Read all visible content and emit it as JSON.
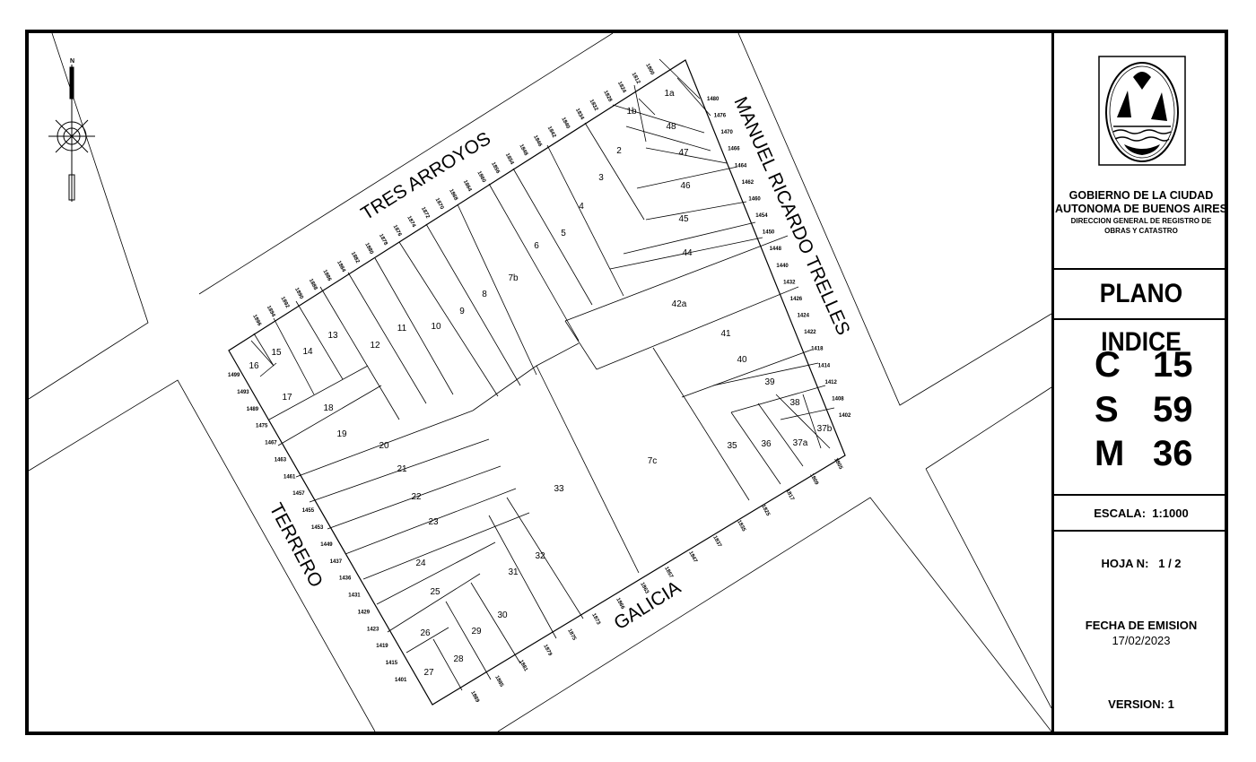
{
  "streets": {
    "north": "TRES ARROYOS",
    "east": "MANUEL RICARDO TRELLES",
    "south": "GALICIA",
    "west": "TERRERO"
  },
  "compass": {
    "north_label": "N",
    "icon": "compass-rose-icon"
  },
  "parcels": [
    "1a",
    "1b",
    "2",
    "3",
    "4",
    "5",
    "6",
    "7b",
    "7c",
    "8",
    "9",
    "10",
    "11",
    "12",
    "13",
    "14",
    "15",
    "16",
    "17",
    "18",
    "19",
    "20",
    "21",
    "22",
    "23",
    "24",
    "25",
    "26",
    "27",
    "28",
    "29",
    "30",
    "31",
    "32",
    "33",
    "35",
    "36",
    "37a",
    "37b",
    "38",
    "39",
    "40",
    "41",
    "42a",
    "44",
    "45",
    "46",
    "47",
    "48"
  ],
  "door_numbers": {
    "north": [
      "1800",
      "1812",
      "1824",
      "1828",
      "1832",
      "1834",
      "1840",
      "1842",
      "1846",
      "1848",
      "1854",
      "1856",
      "1860",
      "1864",
      "1868",
      "1870",
      "1872",
      "1874",
      "1876",
      "1878",
      "1880",
      "1882",
      "1884",
      "1886",
      "1888",
      "1890",
      "1892",
      "1894",
      "1896"
    ],
    "east": [
      "1480",
      "1476",
      "1470",
      "1466",
      "1464",
      "1462",
      "1460",
      "1454",
      "1450",
      "1448",
      "1440",
      "1432",
      "1426",
      "1424",
      "1422",
      "1418",
      "1414",
      "1412",
      "1408",
      "1402"
    ],
    "south": [
      "1805",
      "1809",
      "1817",
      "1825",
      "1835",
      "1837",
      "1847",
      "1857",
      "1863",
      "1866",
      "1873",
      "1875",
      "1879",
      "1881",
      "1885",
      "1889"
    ],
    "west": [
      "1499",
      "1493",
      "1489",
      "1475",
      "1467",
      "1463",
      "1461",
      "1457",
      "1455",
      "1453",
      "1449",
      "1437",
      "1436",
      "1431",
      "1429",
      "1423",
      "1419",
      "1415",
      "1401"
    ]
  },
  "header": {
    "line1": "GOBIERNO DE LA CIUDAD",
    "line2": "AUTONOMA DE BUENOS AIRES",
    "line3": "DIRECCION GENERAL DE REGISTRO DE",
    "line4": "OBRAS Y CATASTRO",
    "emblem": "city-coat-of-arms-icon"
  },
  "title": "PLANO INDICE",
  "nomenclature": [
    {
      "key": "C",
      "value": "15"
    },
    {
      "key": "S",
      "value": "59"
    },
    {
      "key": "M",
      "value": "36"
    }
  ],
  "scale": "ESCALA:  1:1000",
  "sheet": "HOJA N:   1 / 2",
  "issue_date_label": "FECHA DE EMISION",
  "issue_date": "17/02/2023",
  "version": "VERSION: 1"
}
